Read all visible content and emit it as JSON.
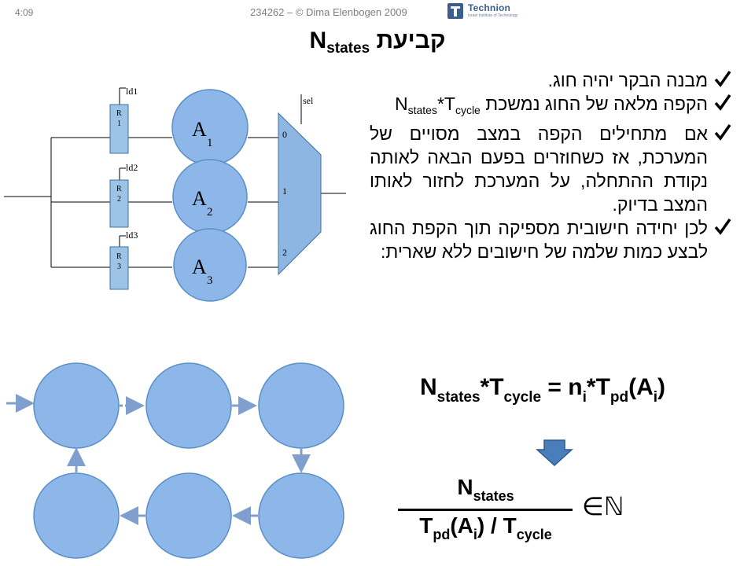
{
  "slide_number": "4:09",
  "copyright": "234262 – © Dima Elenbogen 2009",
  "logo": {
    "name": "technion-logo",
    "word": "Technion",
    "sub": "Israel Institute of Technology"
  },
  "title": {
    "hebrew": "קביעת",
    "n": "N",
    "states": "states"
  },
  "bullets": [
    {
      "icon": "checkmark-icon",
      "text": "מבנה הבקר יהיה חוג."
    },
    {
      "icon": "checkmark-icon",
      "text": "הקפה מלאה של החוג נמשכת",
      "formula": {
        "n": "N",
        "states": "states",
        "mid": "*T",
        "cycle": "cycle"
      }
    },
    {
      "icon": "checkmark-icon",
      "text": "אם מתחילים הקפה במצב מסויים של המערכת, אז כשחוזרים בפעם הבאה לאותה נקודת ההתחלה, על המערכת לחזור לאותו המצב בדיוק."
    },
    {
      "icon": "checkmark-icon",
      "text": "לכן יחידה חישובית מספיקה תוך הקפת החוג לבצע כמות שלמה של חישובים ללא שארית:"
    }
  ],
  "circuit": {
    "registers": [
      {
        "r": "R",
        "index": "1",
        "load": "ld1",
        "unit": "A",
        "unit_index": "1"
      },
      {
        "r": "R",
        "index": "2",
        "load": "ld2",
        "unit": "A",
        "unit_index": "2"
      },
      {
        "r": "R",
        "index": "3",
        "load": "ld3",
        "unit": "A",
        "unit_index": "3"
      }
    ],
    "mux_inputs": [
      "0",
      "1",
      "2"
    ],
    "select": "sel"
  },
  "equation": {
    "n": "N",
    "states": "states",
    "mul": "*T",
    "cycle": "cycle",
    "eq": " = n",
    "i": "i",
    "mul2": "*T",
    "pd": "pd",
    "open": "(A",
    "i2": "i",
    "close": ")"
  },
  "fraction": {
    "numerator": {
      "n": "N",
      "states": "states"
    },
    "denominator": {
      "t": "T",
      "pd": "pd",
      "open": "(A",
      "i": "i",
      "close": ") / T",
      "cycle": "cycle"
    },
    "relation": "∈ℕ"
  },
  "arrow_icon": "down-arrow-icon",
  "colors": {
    "accent": "#4a7ebb",
    "circle_fill": "#8cb7e8",
    "circle_stroke": "#5b8fc6",
    "block_fill": "#9dc3e6",
    "mux_fill": "#8db6e3"
  }
}
